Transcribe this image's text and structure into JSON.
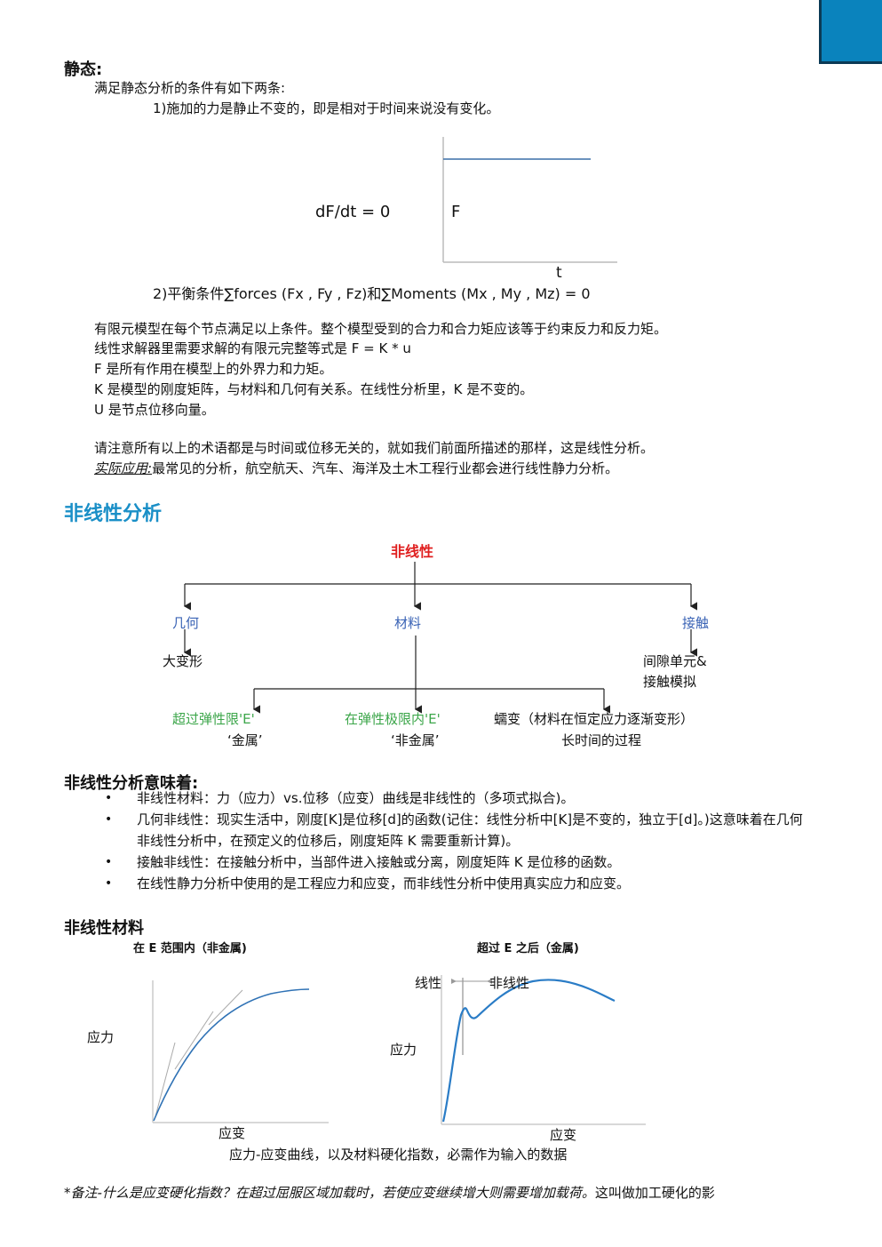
{
  "static": {
    "heading": "静态:",
    "intro": "满足静态分析的条件有如下两条:",
    "cond1": "1)施加的力是静止不变的，即是相对于时间来说没有变化。",
    "formula": "dF/dt = 0",
    "axis_y": "F",
    "axis_x": "t",
    "cond2": "2)平衡条件∑forces (Fx , Fy , Fz)和∑Moments (Mx , My , Mz) = 0",
    "para": [
      "有限元模型在每个节点满足以上条件。整个模型受到的合力和合力矩应该等于约束反力和反力矩。",
      "线性求解器里需要求解的有限元完整等式是 F = K * u",
      "F 是所有作用在模型上的外界力和力矩。",
      "K 是模型的刚度矩阵，与材料和几何有关系。在线性分析里，K 是不变的。",
      "U 是节点位移向量。"
    ],
    "note": "请注意所有以上的术语都是与时间或位移无关的，就如我们前面所描述的那样，这是线性分析。",
    "app_label": "实际应用:",
    "app_text": "最常见的分析，航空航天、汽车、海洋及土木工程行业都会进行线性静力分析。"
  },
  "nonlinear": {
    "title": "非线性分析",
    "tree": {
      "root": "非线性",
      "geometry": "几何",
      "material": "材料",
      "contact": "接触",
      "large_def": "大变形",
      "gap_line1": "间隙单元&",
      "gap_line2": "接触模拟",
      "beyond_elastic": "超过弹性限'E'",
      "metal": "‘金属’",
      "within_elastic": "在弹性极限内'E'",
      "nonmetal": "‘非金属’",
      "creep_line1": "蠕变（材料在恒定应力逐渐变形）",
      "creep_line2": "长时间的过程"
    },
    "means_heading": "非线性分析意味着:",
    "bullets": [
      "非线性材料：力（应力）vs.位移（应变）曲线是非线性的（多项式拟合)。",
      "几何非线性：现实生活中，刚度[K]是位移[d]的函数(记住：线性分析中[K]是不变的，独立于[d]。)这意味着在几何非线性分析中，在预定义的位移后，刚度矩阵 K 需要重新计算)。",
      "接触非线性：在接触分析中，当部件进入接触或分离，刚度矩阵 K 是位移的函数。",
      "在线性静力分析中使用的是工程应力和应变，而非线性分析中使用真实应力和应变。"
    ],
    "material_heading": "非线性材料",
    "chart_left_title": "在 E 范围内（非金属)",
    "chart_right_title": "超过 E 之后（金属)",
    "stress": "应力",
    "strain": "应变",
    "linear": "线性",
    "nonlinear_lbl": "非线性",
    "caption": "应力-应变曲线，以及材料硬化指数，必需作为输入的数据",
    "footnote_italic": "*备注-什么是应变硬化指数？在超过屈服区域加载时，若使应变继续增大则需要增加载荷。",
    "footnote_rest": "这叫做加工硬化的影"
  },
  "colors": {
    "accent": "#1a8fc7",
    "corner": "#0a83bd",
    "red": "#e02020",
    "blue": "#3a63b5",
    "green": "#3ca64a",
    "curve": "#2f72b5"
  }
}
